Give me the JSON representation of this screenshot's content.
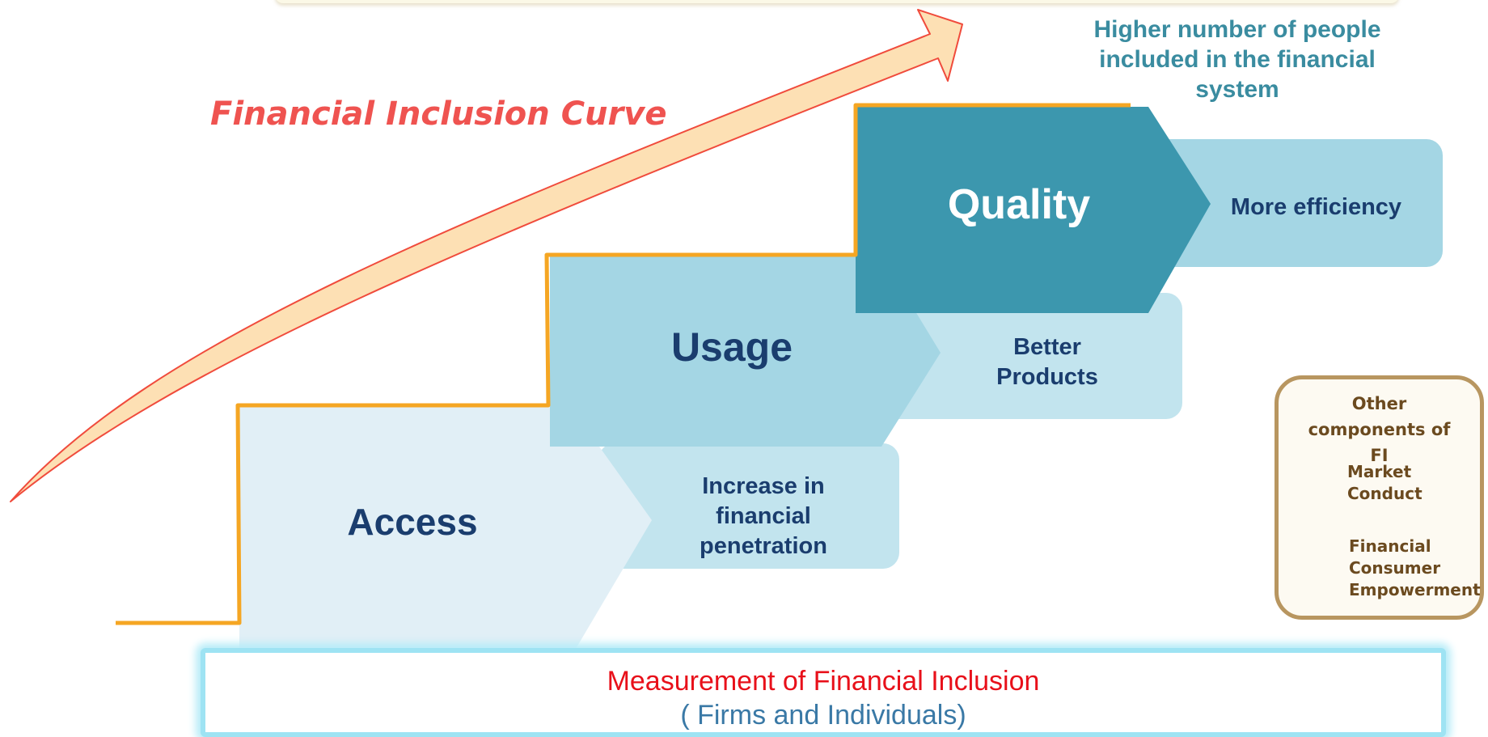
{
  "diagram": {
    "curve_label": "Financial Inclusion Curve",
    "top_note": "Higher number of people included in the financial system",
    "steps": [
      {
        "label": "Access",
        "outcome": "Increase in financial penetration"
      },
      {
        "label": "Usage",
        "outcome": "Better Products"
      },
      {
        "label": "Quality",
        "outcome": "More efficiency"
      }
    ],
    "other_components": {
      "title": "Other components of FI",
      "items": [
        {
          "label": "Market Conduct",
          "icon": "shield-icon"
        },
        {
          "label": "Financial Consumer Empowerment",
          "icon": "person-reading-icon"
        }
      ]
    },
    "measurement": {
      "line1": "Measurement of Financial Inclusion",
      "line2": "( Firms and Individuals)"
    },
    "colors": {
      "access": "#e1eff6",
      "usage": "#a4d6e4",
      "quality": "#3c97ae",
      "step_line": "#f5a623",
      "curve_fill": "#fde0b4",
      "curve_stroke": "#f04b3c",
      "dark_text": "#1a3d6e",
      "title_red": "#ef5350",
      "teal_text": "#3a8ca0"
    }
  }
}
